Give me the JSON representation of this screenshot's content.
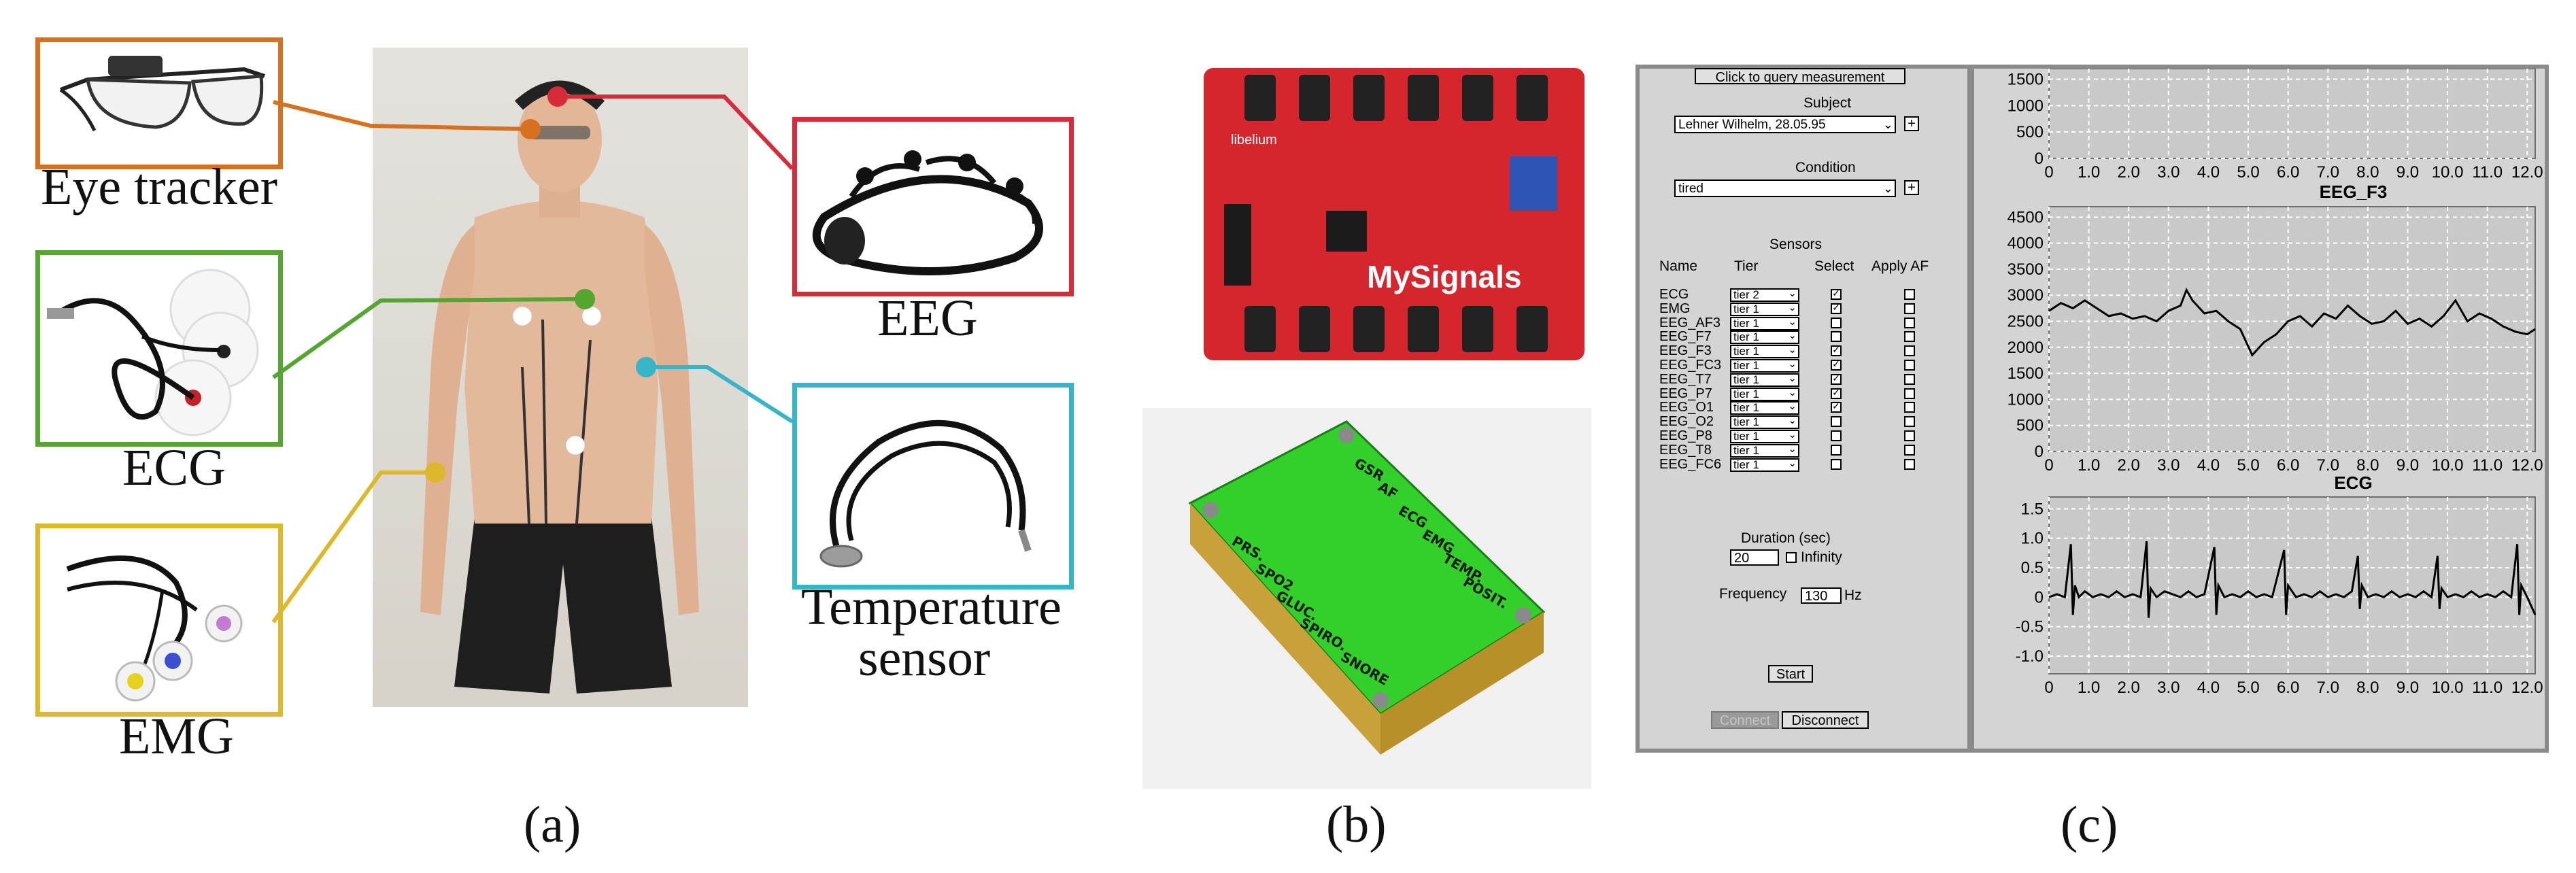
{
  "panel_a": {
    "caption": "(a)",
    "labels": {
      "eye_tracker": "Eye tracker",
      "ecg": "ECG",
      "emg": "EMG",
      "eeg": "EEG",
      "temperature_1": "Temperature",
      "temperature_2": "sensor"
    },
    "colors": {
      "eye_tracker": "#d7701f",
      "ecg": "#54a630",
      "emg": "#dcb82a",
      "eeg": "#d82b3a",
      "temperature": "#37b5c8"
    }
  },
  "panel_b": {
    "caption": "(b)",
    "board_brand": "MySignals",
    "board_vendor": "libelium",
    "enclosure_labels_left": [
      "PRS.",
      "SPO2",
      "GLUC.",
      "SPIRO.",
      "SNORE"
    ],
    "enclosure_labels_right": [
      "GSR",
      "AF",
      "ECG",
      "EMG",
      "TEMP.",
      "POSIT."
    ]
  },
  "panel_c": {
    "caption": "(c)",
    "query_button": "Click to query measurement",
    "subject_label": "Subject",
    "subject_value": "Lehner Wilhelm, 28.05.95",
    "condition_label": "Condition",
    "condition_value": "tired",
    "sensors_label": "Sensors",
    "col_name": "Name",
    "col_tier": "Tier",
    "col_select": "Select",
    "col_apply": "Apply AF",
    "sensors": [
      {
        "name": "ECG",
        "tier": "tier 2",
        "selected": true
      },
      {
        "name": "EMG",
        "tier": "tier 1",
        "selected": true
      },
      {
        "name": "EEG_AF3",
        "tier": "tier 1",
        "selected": false
      },
      {
        "name": "EEG_F7",
        "tier": "tier 1",
        "selected": false
      },
      {
        "name": "EEG_F3",
        "tier": "tier 1",
        "selected": true
      },
      {
        "name": "EEG_FC3",
        "tier": "tier 1",
        "selected": true
      },
      {
        "name": "EEG_T7",
        "tier": "tier 1",
        "selected": true
      },
      {
        "name": "EEG_P7",
        "tier": "tier 1",
        "selected": true
      },
      {
        "name": "EEG_O1",
        "tier": "tier 1",
        "selected": true
      },
      {
        "name": "EEG_O2",
        "tier": "tier 1",
        "selected": false
      },
      {
        "name": "EEG_P8",
        "tier": "tier 1",
        "selected": false
      },
      {
        "name": "EEG_T8",
        "tier": "tier 1",
        "selected": false
      },
      {
        "name": "EEG_FC6",
        "tier": "tier 1",
        "selected": false
      }
    ],
    "duration_label": "Duration (sec)",
    "duration_value": "20",
    "infinity_label": "Infinity",
    "frequency_label": "Frequency",
    "frequency_value": "130",
    "frequency_unit": "Hz",
    "start_button": "Start",
    "connect_button": "Connect",
    "disconnect_button": "Disconnect"
  },
  "chart_data": [
    {
      "type": "line",
      "title": "",
      "x_ticks": [
        "0",
        "1.0",
        "2.0",
        "3.0",
        "4.0",
        "5.0",
        "6.0",
        "7.0",
        "8.0",
        "9.0",
        "10.0",
        "11.0",
        "12.0"
      ],
      "y_ticks": [
        "1500",
        "1000",
        "500",
        "0"
      ],
      "xlim": [
        0,
        12.2
      ],
      "ylim": [
        0,
        1700
      ],
      "series": [],
      "grid": true
    },
    {
      "type": "line",
      "title": "EEG_F3",
      "x_ticks": [
        "0",
        "1.0",
        "2.0",
        "3.0",
        "4.0",
        "5.0",
        "6.0",
        "7.0",
        "8.0",
        "9.0",
        "10.0",
        "11.0",
        "12.0"
      ],
      "y_ticks": [
        "4500",
        "4000",
        "3500",
        "3000",
        "2500",
        "2000",
        "1500",
        "1000",
        "500",
        "0"
      ],
      "xlim": [
        0,
        12.2
      ],
      "ylim": [
        0,
        4700
      ],
      "grid": true,
      "series": [
        {
          "x": [
            0,
            0.3,
            0.6,
            0.9,
            1.2,
            1.5,
            1.8,
            2.1,
            2.4,
            2.7,
            3.0,
            3.3,
            3.45,
            3.6,
            3.9,
            4.2,
            4.5,
            4.8,
            5.1,
            5.4,
            5.7,
            6.0,
            6.3,
            6.6,
            6.9,
            7.2,
            7.5,
            7.8,
            8.1,
            8.4,
            8.7,
            9.0,
            9.3,
            9.6,
            9.9,
            10.2,
            10.5,
            10.8,
            11.1,
            11.4,
            11.7,
            12.0,
            12.2
          ],
          "y": [
            2700,
            2850,
            2750,
            2900,
            2750,
            2600,
            2650,
            2550,
            2600,
            2500,
            2700,
            2800,
            3100,
            2900,
            2650,
            2700,
            2500,
            2350,
            1850,
            2100,
            2250,
            2500,
            2600,
            2400,
            2650,
            2550,
            2800,
            2600,
            2450,
            2500,
            2700,
            2450,
            2550,
            2400,
            2600,
            2900,
            2500,
            2650,
            2550,
            2400,
            2300,
            2250,
            2350
          ]
        }
      ]
    },
    {
      "type": "line",
      "title": "ECG",
      "x_ticks": [
        "0",
        "1.0",
        "2.0",
        "3.0",
        "4.0",
        "5.0",
        "6.0",
        "7.0",
        "8.0",
        "9.0",
        "10.0",
        "11.0",
        "12.0"
      ],
      "y_ticks": [
        "1.5",
        "1.0",
        "0.5",
        "0",
        "-0.5",
        "-1.0"
      ],
      "xlim": [
        0,
        12.2
      ],
      "ylim": [
        -1.3,
        1.7
      ],
      "grid": true,
      "series": [
        {
          "x": [
            0,
            0.2,
            0.4,
            0.55,
            0.6,
            0.65,
            0.75,
            0.9,
            1.1,
            1.3,
            1.5,
            1.7,
            1.9,
            2.1,
            2.3,
            2.45,
            2.5,
            2.55,
            2.7,
            2.9,
            3.1,
            3.3,
            3.5,
            3.7,
            3.9,
            4.15,
            4.2,
            4.25,
            4.4,
            4.6,
            4.8,
            5.0,
            5.2,
            5.4,
            5.6,
            5.9,
            5.95,
            6.0,
            6.2,
            6.4,
            6.6,
            6.8,
            7.0,
            7.2,
            7.4,
            7.6,
            7.75,
            7.8,
            7.85,
            8.0,
            8.2,
            8.4,
            8.6,
            8.8,
            9.0,
            9.2,
            9.4,
            9.6,
            9.75,
            9.8,
            9.85,
            10.0,
            10.2,
            10.4,
            10.6,
            10.8,
            11.0,
            11.2,
            11.4,
            11.6,
            11.75,
            11.8,
            11.85,
            12.0,
            12.2
          ],
          "y": [
            0.0,
            0.05,
            0.0,
            0.9,
            -0.3,
            0.2,
            0.0,
            0.1,
            0.0,
            0.05,
            0.0,
            0.1,
            0.0,
            0.05,
            0.0,
            0.95,
            -0.35,
            0.15,
            0.0,
            0.1,
            0.05,
            0.0,
            0.1,
            0.0,
            0.05,
            0.85,
            -0.3,
            0.2,
            0.0,
            0.05,
            0.0,
            0.1,
            0.0,
            0.05,
            0.0,
            0.8,
            -0.3,
            0.2,
            0.0,
            0.05,
            0.0,
            0.1,
            0.0,
            0.05,
            0.0,
            0.1,
            0.7,
            -0.2,
            0.2,
            0.0,
            0.05,
            0.0,
            0.1,
            0.0,
            0.05,
            0.0,
            0.1,
            0.0,
            0.7,
            -0.2,
            0.15,
            0.0,
            0.05,
            0.0,
            0.1,
            0.0,
            0.05,
            0.0,
            0.1,
            0.0,
            0.9,
            -0.3,
            0.2,
            0.0,
            -0.3
          ]
        }
      ]
    }
  ]
}
